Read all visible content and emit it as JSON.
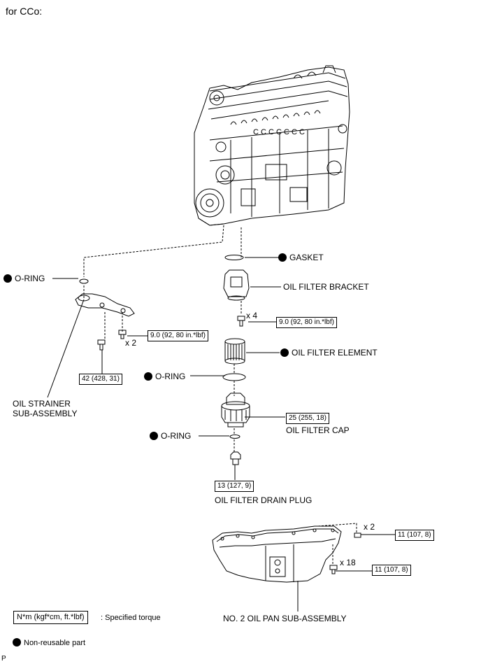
{
  "header": {
    "variant": "for CCo:"
  },
  "parts": {
    "gasket": "GASKET",
    "oil_filter_bracket": "OIL FILTER BRACKET",
    "o_ring_left": "O-RING",
    "o_ring_mid": "O-RING",
    "o_ring_lower": "O-RING",
    "oil_filter_element": "OIL FILTER ELEMENT",
    "oil_strainer_line1": "OIL STRAINER",
    "oil_strainer_line2": "SUB-ASSEMBLY",
    "oil_filter_cap": "OIL FILTER CAP",
    "oil_filter_drain_plug": "OIL FILTER DRAIN PLUG",
    "no2_oil_pan": "NO. 2 OIL PAN SUB-ASSEMBLY"
  },
  "torques": {
    "bracket_bolt": "9.0 (92, 80 in.*lbf)",
    "strainer_bolt_small": "9.0 (92, 80 in.*lbf)",
    "strainer_bolt": "42 (428, 31)",
    "filter_cap": "25 (255, 18)",
    "drain_plug": "13 (127, 9)",
    "pan_nut": "11 (107, 8)",
    "pan_bolt": "11 (107, 8)"
  },
  "quantities": {
    "bracket_bolts": "x 4",
    "strainer_bolts": "x 2",
    "pan_nuts": "x 2",
    "pan_bolts": "x 18"
  },
  "legend": {
    "torque_unit": "N*m (kgf*cm, ft.*lbf)",
    "torque_desc": ": Specified torque",
    "nonreusable_desc": "Non-reusable part"
  },
  "footer": {
    "code": "P"
  }
}
